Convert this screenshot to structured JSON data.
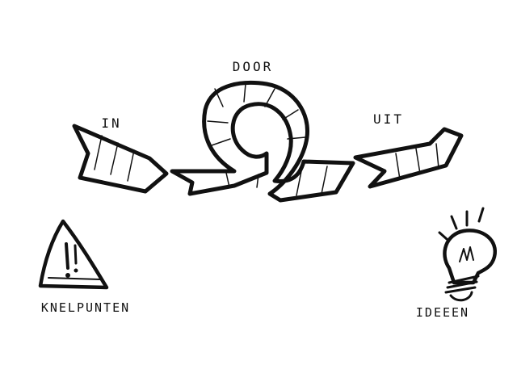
{
  "labels": {
    "in": "IN",
    "door": "DOOR",
    "uit": "UIT",
    "knelpunten": "KNELPUNTEN",
    "ideeen": "IDEEEN"
  },
  "icons": {
    "warning": "warning-triangle-icon",
    "idea": "lightbulb-icon"
  },
  "colors": {
    "ink": "#111111",
    "background": "#ffffff"
  }
}
